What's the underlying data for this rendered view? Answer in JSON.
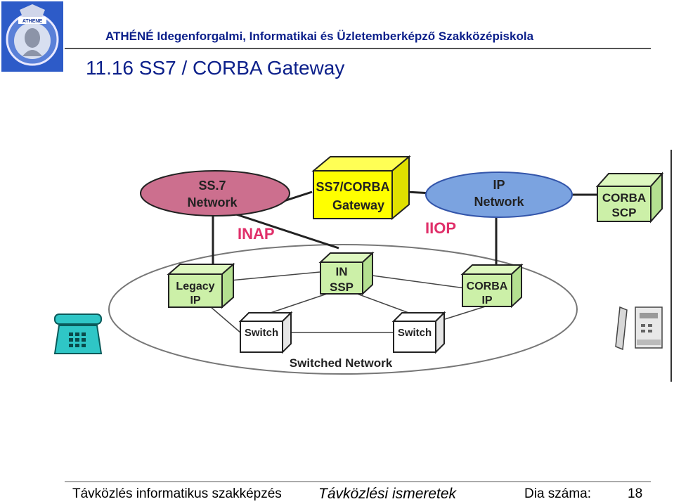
{
  "header": {
    "school_name": "ATHÉNÉ Idegenforgalmi, Informatikai és Üzletemberképző Szakközépiskola",
    "logo_text": "ATHENE"
  },
  "slide": {
    "title": "11.16  SS7 / CORBA Gateway"
  },
  "diagram": {
    "ss7_network": [
      "SS.7",
      "Network"
    ],
    "gateway": [
      "SS7/CORBA",
      "Gateway"
    ],
    "ip_network": [
      "IP",
      "Network"
    ],
    "corba_scp": [
      "CORBA",
      "SCP"
    ],
    "inap_label": "INAP",
    "iiop_label": "IIOP",
    "legacy_ip": [
      "Legacy",
      "IP"
    ],
    "in_ssp": [
      "IN",
      "SSP"
    ],
    "corba_ip": [
      "CORBA",
      "IP"
    ],
    "switch_left": "Switch",
    "switch_right": "Switch",
    "switched_network": "Switched Network",
    "colors": {
      "ss7_fill": "#cc6f8e",
      "gateway_fill": "#ffff00",
      "ip_fill": "#7ba3e0",
      "node_fill": "#ccf0a8",
      "phone_fill": "#2fc6c6"
    }
  },
  "footer": {
    "left": "Távközlés informatikus szakképzés",
    "center": "Távközlési ismeretek",
    "slide_label": "Dia száma:",
    "slide_number": "18"
  }
}
